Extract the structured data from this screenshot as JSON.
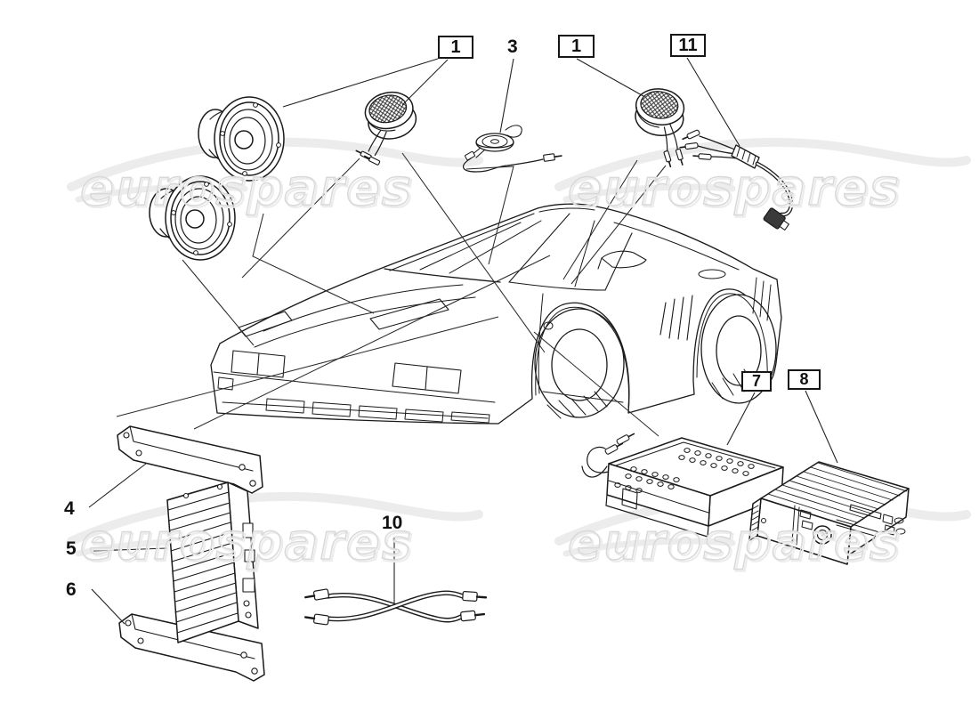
{
  "page": {
    "background": "#ffffff"
  },
  "watermark": {
    "text": "eurospares",
    "color": "#d9d9d9",
    "swoosh_color": "#ececec"
  },
  "artwork": {
    "line_color": "#1a1a1a",
    "description_visible": false
  },
  "labels": {
    "l1a": {
      "text": "1",
      "boxed": true
    },
    "l3": {
      "text": "3",
      "boxed": false
    },
    "l1b": {
      "text": "1",
      "boxed": true
    },
    "l11": {
      "text": "11",
      "boxed": true
    },
    "l7": {
      "text": "7",
      "boxed": true
    },
    "l8": {
      "text": "8",
      "boxed": true
    },
    "l4": {
      "text": "4",
      "boxed": false
    },
    "l5": {
      "text": "5",
      "boxed": false
    },
    "l6": {
      "text": "6",
      "boxed": false
    },
    "l10": {
      "text": "10",
      "boxed": false
    }
  }
}
